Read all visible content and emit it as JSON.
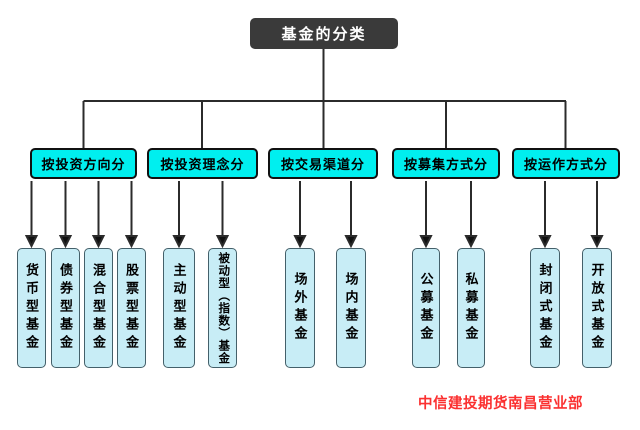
{
  "tree": {
    "root": "基金的分类",
    "categories": [
      {
        "label": "按投资方向分",
        "children": [
          "货币型基金",
          "债券型基金",
          "混合型基金",
          "股票型基金"
        ]
      },
      {
        "label": "按投资理念分",
        "children": [
          "主动型基金",
          "被动型（指数）基金"
        ]
      },
      {
        "label": "按交易渠道分",
        "children": [
          "场外基金",
          "场内基金"
        ]
      },
      {
        "label": "按募集方式分",
        "children": [
          "公募基金",
          "私募基金"
        ]
      },
      {
        "label": "按运作方式分",
        "children": [
          "封闭式基金",
          "开放式基金"
        ]
      }
    ]
  },
  "footer": {
    "credit": "中信建投期货南昌营业部"
  },
  "colors": {
    "root_bg": "#3a3a3a",
    "root_text": "#ffffff",
    "category_bg": "#00efef",
    "category_border": "#111111",
    "leaf_bg": "#c8edf6",
    "leaf_border": "#44606a",
    "connector_line": "#2b2b2b",
    "footer_text": "#fb3030"
  }
}
